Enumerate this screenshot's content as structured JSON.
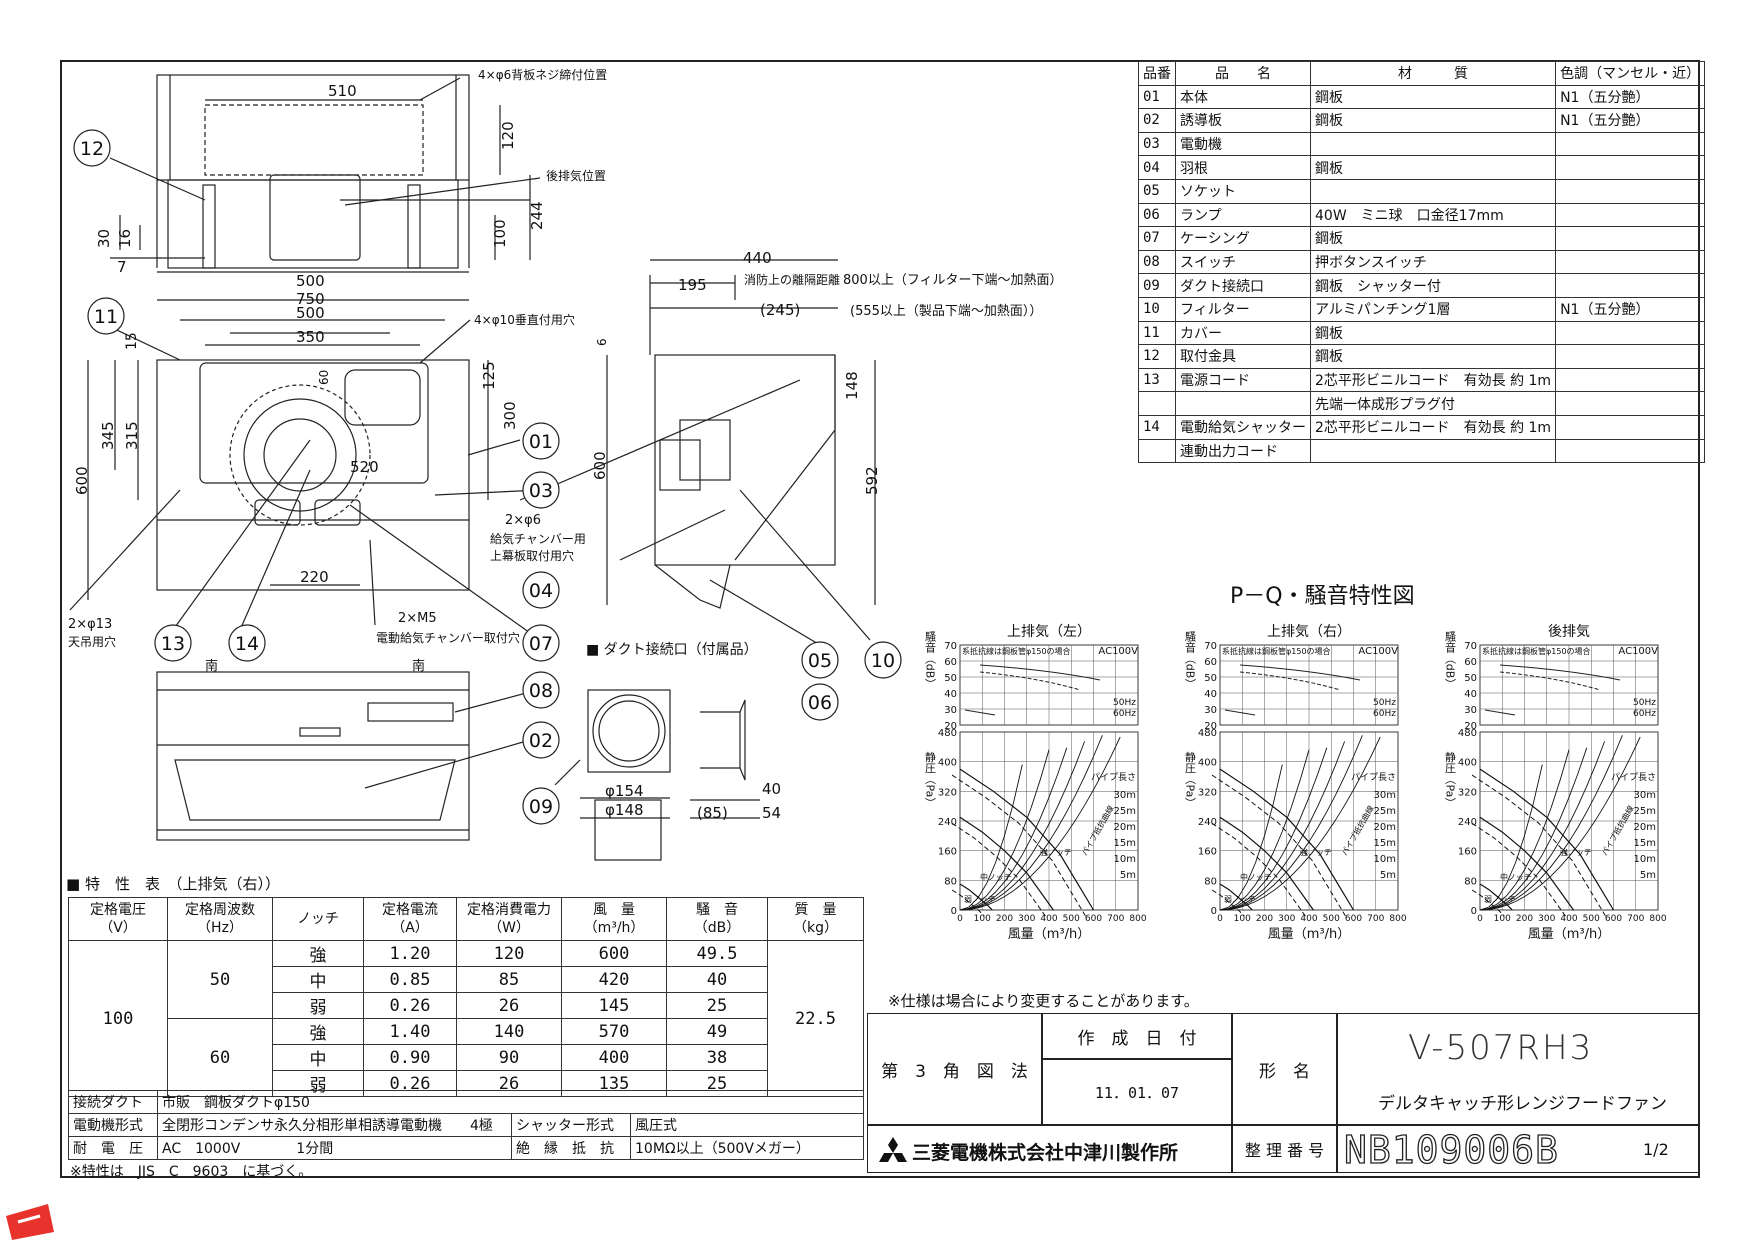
{
  "drawing": {
    "top_view": {
      "bolt_label": "4×φ6背板ネジ締付位置",
      "rear_exhaust_label": "後排気位置",
      "dims": {
        "w510": "510",
        "h120": "120",
        "h244": "244",
        "h100": "100",
        "h30": "30",
        "h16": "16",
        "h7": "7",
        "w500": "500"
      }
    },
    "front_view": {
      "dims": {
        "w750": "750",
        "w500": "500",
        "w350": "350",
        "h15": "15",
        "h345": "345",
        "h315": "315",
        "h600": "600",
        "h125": "125",
        "h300": "300",
        "w520": "520",
        "w220": "220",
        "h60": "60"
      },
      "hole_10": "4×φ10垂直付用穴",
      "hole_6_a": "2×φ6",
      "hole_6_b": "給気チャンバー用",
      "hole_6_c": "上幕板取付用穴",
      "hole_13_a": "2×φ13",
      "hole_13_b": "天吊用穴",
      "m5_a": "2×M5",
      "m5_b": "電動給気チャンバー取付穴"
    },
    "side_view": {
      "dims": {
        "w440": "440",
        "w195": "195",
        "w245": "(245)",
        "h6": "6",
        "h600": "600",
        "h148": "148",
        "h592": "592"
      },
      "fire_clear": "消防上の離隔距離",
      "filter_clear": "800以上（フィルター下端～加熱面）",
      "product_clear": "(555以上（製品下端～加熱面））"
    },
    "duct": {
      "title": "■ ダクト接続口（付属品）",
      "d154": "φ154",
      "d148": "φ148",
      "d85": "(85)",
      "d40": "40",
      "d54": "54"
    },
    "bottom_view": {
      "mark_l": "南",
      "mark_r": "南"
    },
    "balloons": [
      "12",
      "11",
      "01",
      "03",
      "04",
      "07",
      "13",
      "14",
      "08",
      "02",
      "09",
      "05",
      "06",
      "10"
    ]
  },
  "parts_table": {
    "headers": [
      "品番",
      "品　　名",
      "材　　　質",
      "色調（マンセル・近）"
    ],
    "rows": [
      [
        "01",
        "本体",
        "鋼板",
        "N1（五分艶）"
      ],
      [
        "02",
        "誘導板",
        "鋼板",
        "N1（五分艶）"
      ],
      [
        "03",
        "電動機",
        "",
        ""
      ],
      [
        "04",
        "羽根",
        "鋼板",
        ""
      ],
      [
        "05",
        "ソケット",
        "",
        ""
      ],
      [
        "06",
        "ランプ",
        "40W　ミニ球　口金径17mm",
        ""
      ],
      [
        "07",
        "ケーシング",
        "鋼板",
        ""
      ],
      [
        "08",
        "スイッチ",
        "押ボタンスイッチ",
        ""
      ],
      [
        "09",
        "ダクト接続口",
        "鋼板　シャッター付",
        ""
      ],
      [
        "10",
        "フィルター",
        "アルミパンチング1層",
        "N1（五分艶）"
      ],
      [
        "11",
        "カバー",
        "鋼板",
        ""
      ],
      [
        "12",
        "取付金具",
        "鋼板",
        ""
      ],
      [
        "13",
        "電源コード",
        "2芯平形ビニルコード　有効長 約 1m",
        ""
      ],
      [
        "",
        "",
        "先端一体成形プラグ付",
        ""
      ],
      [
        "14",
        "電動給気シャッター",
        "2芯平形ビニルコード　有効長 約 1m",
        ""
      ],
      [
        "",
        "連動出力コード",
        "",
        ""
      ]
    ]
  },
  "chart_section_title": "P－Q・騒音特性図",
  "chart_data": [
    {
      "type": "line",
      "title": "上排気（左）",
      "ylabel": "静圧（Pa）",
      "xlabel": "風量（m³/h）",
      "xlim": [
        0,
        800
      ],
      "ylim": [
        0,
        480
      ],
      "x_ticks": [
        0,
        100,
        200,
        300,
        400,
        500,
        600,
        700,
        800
      ],
      "y_ticks": [
        0,
        80,
        160,
        240,
        320,
        400,
        480
      ],
      "noise_ylabel": "騒音（dB）",
      "noise_ylim": [
        20,
        70
      ],
      "noise_yticks": [
        20,
        30,
        40,
        50,
        60,
        70
      ],
      "noise_note": "系抵抗線は鋼板管φ150の場合",
      "power": "AC100V",
      "legend": [
        "50Hz",
        "60Hz"
      ],
      "notch_labels": [
        "強ノッチ",
        "中ノッチ",
        "弱ノッチ"
      ],
      "pipe_label": "パイプ長さ",
      "resist_label": "パイプ抵抗曲線",
      "pipe_lengths": [
        "30m",
        "25m",
        "20m",
        "15m",
        "10m",
        "5m"
      ],
      "series": [
        {
          "name": "強ノッチ",
          "x": [
            0,
            150,
            300,
            450,
            600
          ],
          "y": [
            380,
            320,
            250,
            150,
            0
          ]
        },
        {
          "name": "中ノッチ",
          "x": [
            0,
            100,
            200,
            300,
            420
          ],
          "y": [
            250,
            210,
            160,
            100,
            0
          ]
        },
        {
          "name": "弱ノッチ",
          "x": [
            0,
            40,
            80,
            120,
            145
          ],
          "y": [
            70,
            55,
            35,
            15,
            0
          ]
        }
      ]
    },
    {
      "type": "line",
      "title": "上排気（右）",
      "ylabel": "静圧（Pa）",
      "xlabel": "風量（m³/h）",
      "xlim": [
        0,
        800
      ],
      "ylim": [
        0,
        480
      ],
      "x_ticks": [
        0,
        100,
        200,
        300,
        400,
        500,
        600,
        700,
        800
      ],
      "y_ticks": [
        0,
        80,
        160,
        240,
        320,
        400,
        480
      ],
      "noise_ylabel": "騒音（dB）",
      "noise_ylim": [
        20,
        70
      ],
      "noise_yticks": [
        20,
        30,
        40,
        50,
        60,
        70
      ],
      "noise_note": "系抵抗線は鋼板管φ150の場合",
      "power": "AC100V",
      "legend": [
        "50Hz",
        "60Hz"
      ],
      "notch_labels": [
        "強ノッチ",
        "中ノッチ",
        "弱ノッチ"
      ],
      "pipe_label": "パイプ長さ",
      "resist_label": "パイプ抵抗曲線",
      "pipe_lengths": [
        "30m",
        "25m",
        "20m",
        "15m",
        "10m",
        "5m"
      ],
      "series": [
        {
          "name": "強ノッチ",
          "x": [
            0,
            150,
            300,
            450,
            600
          ],
          "y": [
            380,
            320,
            250,
            150,
            0
          ]
        },
        {
          "name": "中ノッチ",
          "x": [
            0,
            100,
            200,
            300,
            420
          ],
          "y": [
            250,
            210,
            160,
            100,
            0
          ]
        },
        {
          "name": "弱ノッチ",
          "x": [
            0,
            40,
            80,
            120,
            145
          ],
          "y": [
            70,
            55,
            35,
            15,
            0
          ]
        }
      ]
    },
    {
      "type": "line",
      "title": "後排気",
      "ylabel": "静圧（Pa）",
      "xlabel": "風量（m³/h）",
      "xlim": [
        0,
        800
      ],
      "ylim": [
        0,
        480
      ],
      "x_ticks": [
        0,
        100,
        200,
        300,
        400,
        500,
        600,
        700,
        800
      ],
      "y_ticks": [
        0,
        80,
        160,
        240,
        320,
        400,
        480
      ],
      "noise_ylabel": "騒音（dB）",
      "noise_ylim": [
        20,
        70
      ],
      "noise_yticks": [
        20,
        30,
        40,
        50,
        60,
        70
      ],
      "noise_note": "系抵抗線は鋼板管φ150の場合",
      "power": "AC100V",
      "legend": [
        "50Hz",
        "60Hz"
      ],
      "notch_labels": [
        "強ノッチ",
        "中ノッチ",
        "弱ノッチ"
      ],
      "pipe_label": "パイプ長さ",
      "resist_label": "パイプ抵抗曲線",
      "pipe_lengths": [
        "30m",
        "25m",
        "20m",
        "15m",
        "10m",
        "5m"
      ],
      "series": [
        {
          "name": "強ノッチ",
          "x": [
            0,
            150,
            300,
            450,
            600
          ],
          "y": [
            380,
            320,
            250,
            150,
            0
          ]
        },
        {
          "name": "中ノッチ",
          "x": [
            0,
            100,
            200,
            300,
            420
          ],
          "y": [
            250,
            210,
            160,
            100,
            0
          ]
        },
        {
          "name": "弱ノッチ",
          "x": [
            0,
            40,
            80,
            120,
            145
          ],
          "y": [
            70,
            55,
            35,
            15,
            0
          ]
        }
      ]
    }
  ],
  "specs": {
    "title": "■ 特　性　表　（上排気（右））",
    "headers": [
      "定格電圧\n（V）",
      "定格周波数\n（Hz）",
      "ノッチ",
      "定格電流\n（A）",
      "定格消費電力\n（W）",
      "風　量\n（m³/h）",
      "騒　音\n（dB）",
      "質　量\n（kg）"
    ],
    "voltage": "100",
    "mass": "22.5",
    "groups": [
      {
        "freq": "50",
        "rows": [
          [
            "強",
            "1.20",
            "120",
            "600",
            "49.5"
          ],
          [
            "中",
            "0.85",
            "85",
            "420",
            "40"
          ],
          [
            "弱",
            "0.26",
            "26",
            "145",
            "25"
          ]
        ]
      },
      {
        "freq": "60",
        "rows": [
          [
            "強",
            "1.40",
            "140",
            "570",
            "49"
          ],
          [
            "中",
            "0.90",
            "90",
            "400",
            "38"
          ],
          [
            "弱",
            "0.26",
            "26",
            "135",
            "25"
          ]
        ]
      }
    ],
    "duct_label": "接続ダクト",
    "duct_value": "市販　鋼板ダクトφ150",
    "motor_label": "電動機形式",
    "motor_value": "全閉形コンデンサ永久分相形単相誘導電動機　　4極",
    "shutter_label": "シャッター形式",
    "shutter_value": "風圧式",
    "withstand_label": "耐　電　圧",
    "withstand_value": "AC　1000V　　　　1分間",
    "insulation_label": "絶　縁　抵　抗",
    "insulation_value": "10MΩ以上（500Vメガー）",
    "note": "※特性は　JIS　C　9603　に基づく。"
  },
  "spec_change_note": "※仕様は場合により変更することがあります。",
  "title_block": {
    "projection": "第　3　角　図　法",
    "date_label": "作　成　日　付",
    "date_value": "11．01．07",
    "model_label": "形　名",
    "model_value": "V-507RH3",
    "product_name": "デルタキャッチ形レンジフードファン",
    "company": "三菱電機株式会社中津川製作所",
    "drawing_no_label": "整 理 番 号",
    "drawing_no": "NB109006B",
    "sheet": "1/2"
  },
  "colors": {
    "line": "#222222",
    "corner_mark": "#e8322c",
    "logo": "#111111"
  }
}
